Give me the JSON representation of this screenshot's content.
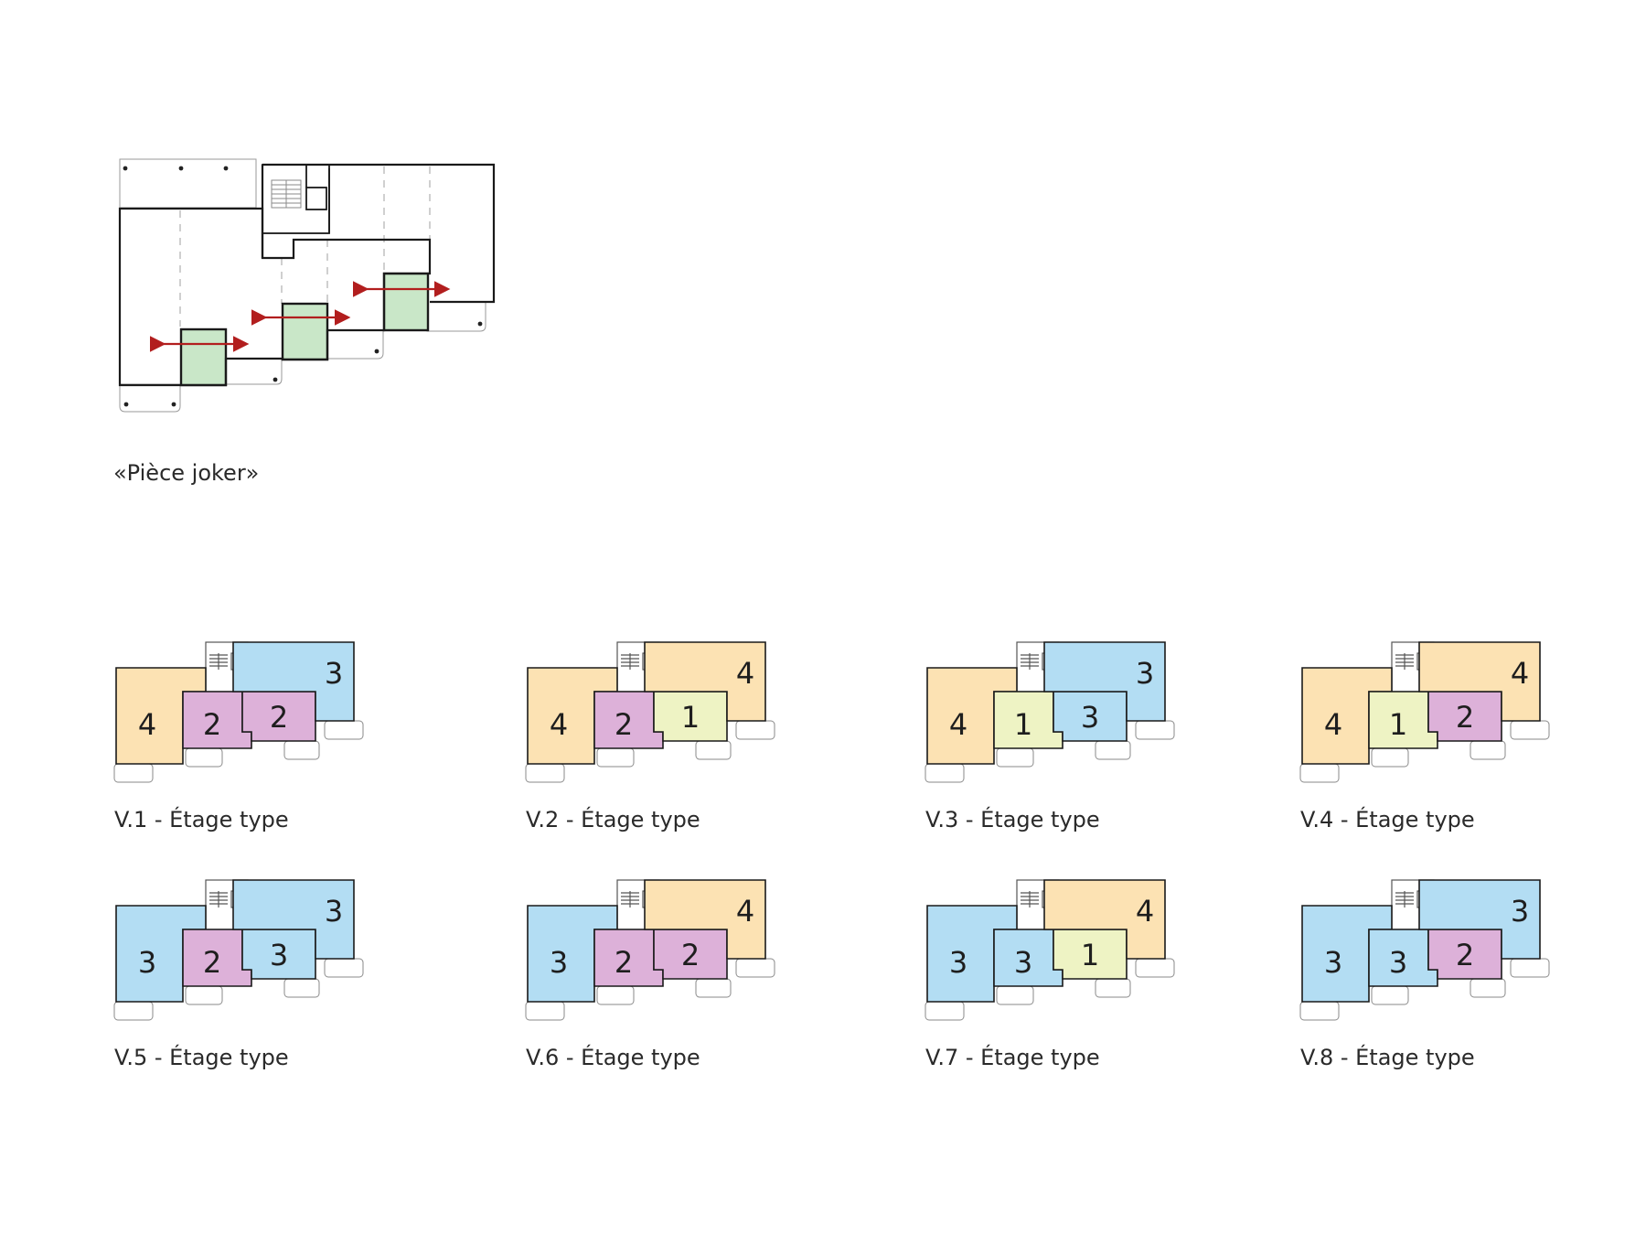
{
  "joker": {
    "caption": "«Pièce joker»"
  },
  "colors": {
    "room_1": "#eef3c4",
    "room_2": "#ddb1d9",
    "room_3": "#b3ddf3",
    "room_4": "#fce2b3",
    "joker": "#c9e7c8",
    "arrow": "#b21e1e"
  },
  "variants": [
    {
      "label": "V.1 - Étage type",
      "units": [
        "4",
        "2",
        "2",
        "3"
      ]
    },
    {
      "label": "V.2 - Étage type",
      "units": [
        "4",
        "2",
        "1",
        "4"
      ]
    },
    {
      "label": "V.3 - Étage type",
      "units": [
        "4",
        "1",
        "3",
        "3"
      ]
    },
    {
      "label": "V.4 - Étage type",
      "units": [
        "4",
        "1",
        "2",
        "4"
      ]
    },
    {
      "label": "V.5 - Étage type",
      "units": [
        "3",
        "2",
        "3",
        "3"
      ]
    },
    {
      "label": "V.6 - Étage type",
      "units": [
        "3",
        "2",
        "2",
        "4"
      ]
    },
    {
      "label": "V.7 - Étage type",
      "units": [
        "3",
        "3",
        "1",
        "4"
      ]
    },
    {
      "label": "V.8 - Étage type",
      "units": [
        "3",
        "3",
        "2",
        "3"
      ]
    }
  ]
}
